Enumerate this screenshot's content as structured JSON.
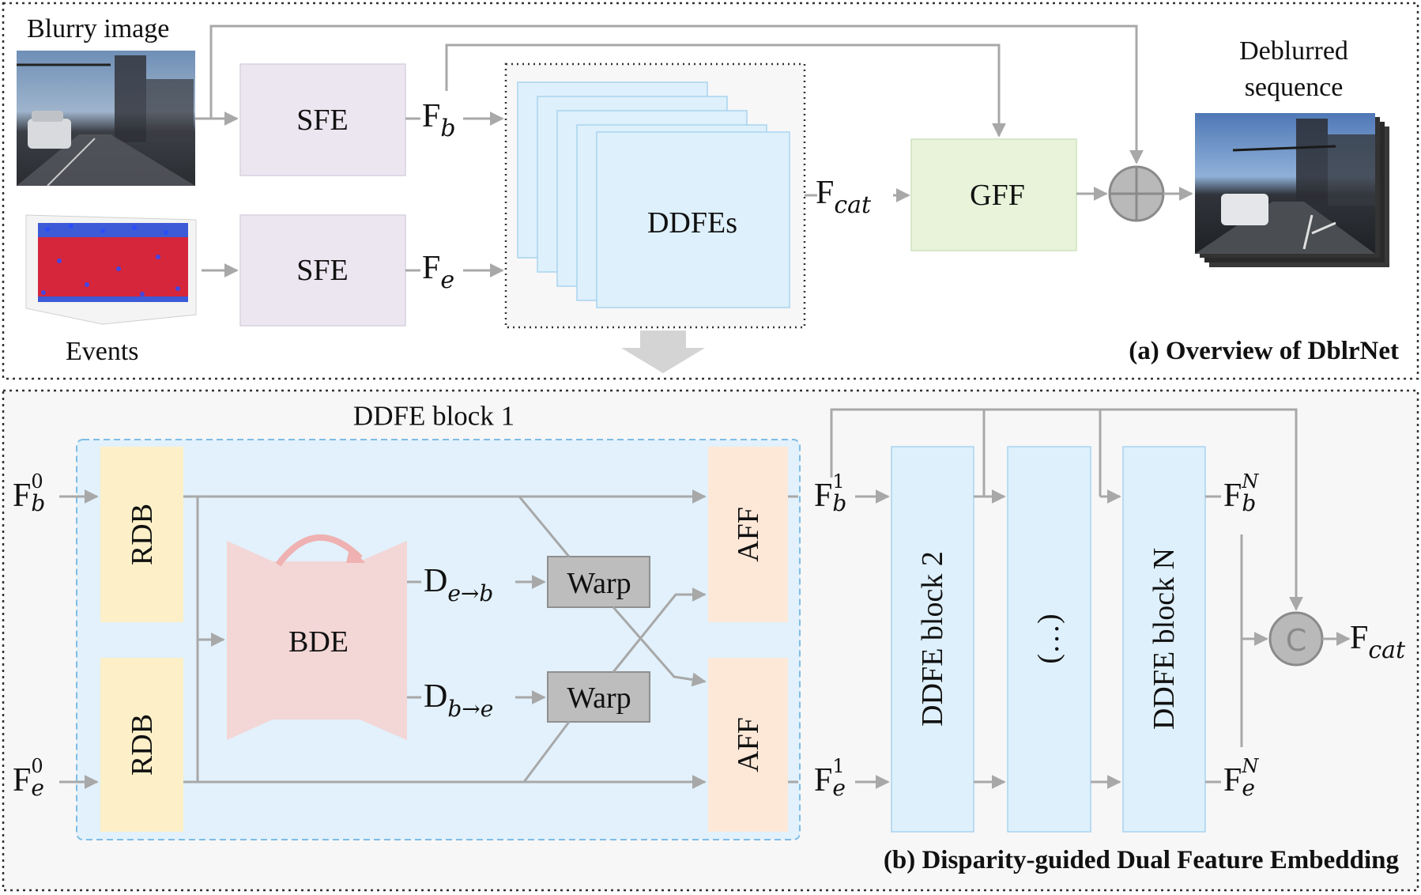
{
  "section_a": {
    "caption": "(a) Overview of DblrNet",
    "blurry_label": "Blurry image",
    "events_label": "Events",
    "sfe_top": "SFE",
    "sfe_bottom": "SFE",
    "fb_main": "F",
    "fb_sub": "b",
    "fe_main": "F",
    "fe_sub": "e",
    "ddfes": "DDFEs",
    "fcat_main": "F",
    "fcat_sub": "cat",
    "gff": "GFF",
    "deblurred_line1": "Deblurred",
    "deblurred_line2": "sequence"
  },
  "section_b": {
    "caption": "(b) Disparity-guided Dual Feature Embedding",
    "block_title": "DDFE block 1",
    "fb0_main": "F",
    "fb0_sup": "0",
    "fb0_sub": "b",
    "fe0_main": "F",
    "fe0_sup": "0",
    "fe0_sub": "e",
    "rdb_top": "RDB",
    "rdb_bottom": "RDB",
    "bde": "BDE",
    "d_eb_main": "D",
    "d_eb_sub": "e→b",
    "d_be_main": "D",
    "d_be_sub": "b→e",
    "warp_top": "Warp",
    "warp_bottom": "Warp",
    "aff_top": "AFF",
    "aff_bottom": "AFF",
    "fb1_main": "F",
    "fb1_sup": "1",
    "fb1_sub": "b",
    "fe1_main": "F",
    "fe1_sup": "1",
    "fe1_sub": "e",
    "block2": "DDFE block 2",
    "ellipsis": "(…)",
    "blockN": "DDFE block N",
    "fbN_main": "F",
    "fbN_sup": "N",
    "fbN_sub": "b",
    "feN_main": "F",
    "feN_sup": "N",
    "feN_sub": "e",
    "concat": "C",
    "fcat_main": "F",
    "fcat_sub": "cat"
  },
  "colors": {
    "sfe": "#ece6f1",
    "ddfe": "#def0fb",
    "gff": "#e8f3da",
    "rdb": "#fdf0c8",
    "aff": "#fde8d8",
    "bde": "#f3d6d6",
    "warp": "#bdbdbd",
    "arrow": "#a8a8a8",
    "section_b_bg": "#f7f7f7",
    "block1_bg": "#e2f1fb"
  }
}
